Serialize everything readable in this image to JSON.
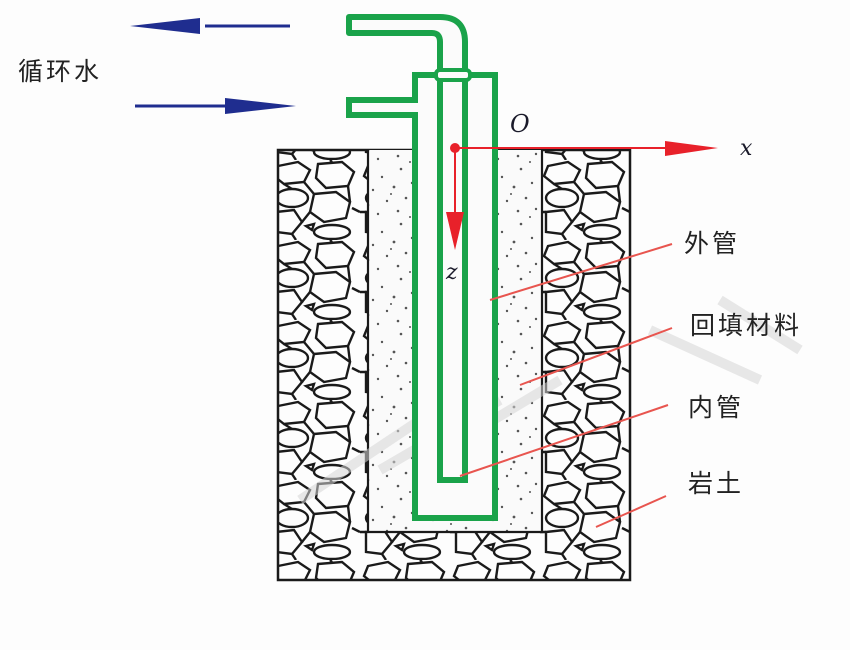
{
  "diagram": {
    "title": "U-shaped coaxial borehole heat exchanger schematic",
    "labels": {
      "circulating_water": "循环水",
      "outer_pipe": "外管",
      "backfill": "回填材料",
      "inner_pipe": "内管",
      "rock_soil": "岩土"
    },
    "axes": {
      "origin": "O",
      "x": "x",
      "z": "z"
    },
    "flow_arrows": [
      {
        "name": "outflow",
        "direction": "left"
      },
      {
        "name": "inflow",
        "direction": "right"
      }
    ],
    "colors": {
      "pipe": "#1aa34a",
      "axis": "#e8212a",
      "leader": "#e8554f",
      "flow_arrow": "#1f2d8f",
      "rock_outline": "#1a1a1a",
      "backfill_dot": "#555555"
    }
  }
}
